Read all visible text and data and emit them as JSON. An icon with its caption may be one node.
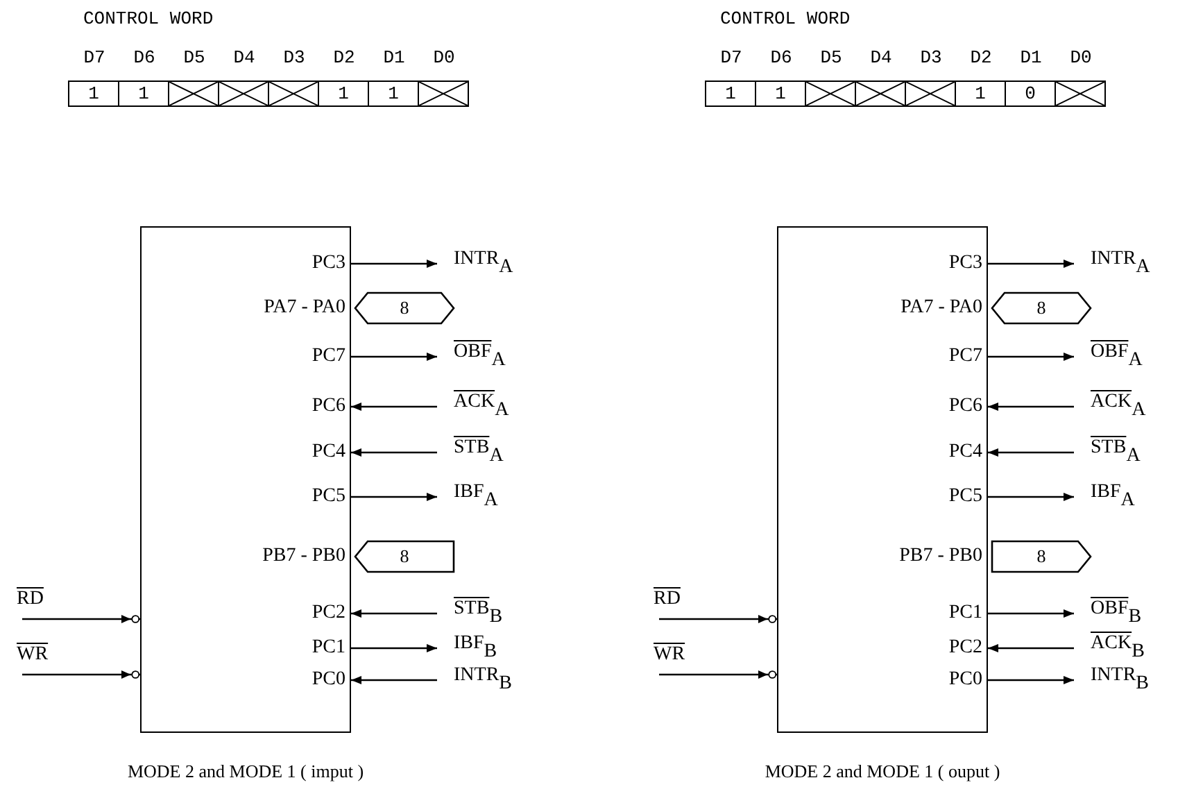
{
  "diagram": {
    "nodes": [
      {
        "text": [
          "1"
        ]
      },
      {
        "text": [
          "1"
        ]
      },
      {
        "text": [],
        "shape": "box"
      },
      {
        "text": [],
        "shape": "box"
      },
      {
        "text": [],
        "shape": "box"
      },
      {
        "text": [
          "1"
        ]
      },
      {
        "text": [
          "1"
        ]
      },
      {
        "text": [],
        "shape": "box"
      },
      {
        "text": [],
        "shape": "box"
      },
      {
        "text": [
          "PC3"
        ],
        "in": 8
      },
      {
        "text": [
          "PA7 - PA0"
        ],
        "in": 8
      },
      {
        "text": [
          "PC7"
        ],
        "in": 8
      },
      {
        "text": [
          "PC6"
        ],
        "in": 8
      },
      {
        "text": [
          "PC4"
        ],
        "in": 8
      },
      {
        "text": [
          "PC5"
        ],
        "in": 8
      },
      {
        "text": [
          "PB7 - PB0"
        ],
        "in": 8
      },
      {
        "text": [
          "PC2"
        ],
        "in": 8
      },
      {
        "text": [
          "PC1"
        ],
        "in": 8
      },
      {
        "text": [
          "PC0"
        ],
        "in": 8
      },
      {
        "text": [
          "INTR$_{A}$"
        ]
      },
      {
        "text": [
          "8"
        ]
      },
      {
        "text": [
          "OBF$_{A}$"
        ]
      },
      {
        "text": [
          "ACK$_{A}$"
        ]
      },
      {
        "text": [
          "STB$_{A}$"
        ]
      },
      {
        "text": [
          "IBF$_{A}$"
        ]
      },
      {
        "text": [
          "8"
        ]
      },
      {
        "text": [
          "STB$_{B}$"
        ]
      },
      {
        "text": [
          "IBF$_{B}$"
        ]
      },
      {
        "text": [
          "INTR$_{B}$"
        ]
      },
      {
        "text": [
          "RD"
        ]
      },
      {
        "text": [
          "WR"
        ]
      },
      {
        "text": [
          "1"
        ]
      },
      {
        "text": [
          "1"
        ]
      },
      {
        "text": [],
        "shape": "box"
      },
      {
        "text": [],
        "shape": "box"
      },
      {
        "text": [],
        "shape": "box"
      },
      {
        "text": [
          "1"
        ]
      },
      {
        "text": [
          "0"
        ]
      },
      {
        "text": [],
        "shape": "box"
      },
      {
        "text": [],
        "shape": "box"
      },
      {
        "text": [
          "PC3"
        ],
        "in": 39
      },
      {
        "text": [
          "PA7 - PA0"
        ],
        "in": 39
      },
      {
        "text": [
          "PC7"
        ],
        "in": 39
      },
      {
        "text": [
          "PC6"
        ],
        "in": 39
      },
      {
        "text": [
          "PC4"
        ],
        "in": 39
      },
      {
        "text": [
          "PC5"
        ],
        "in": 39
      },
      {
        "text": [
          "PB7 - PB0"
        ],
        "in": 39
      },
      {
        "text": [
          "PC1"
        ],
        "in": 39
      },
      {
        "text": [
          "PC2"
        ],
        "in": 39
      },
      {
        "text": [
          "PC0"
        ],
        "in": 39
      },
      {
        "text": [
          "INTR$_{A}$"
        ]
      },
      {
        "text": [
          "8"
        ]
      },
      {
        "text": [
          "OBF$_{A}$"
        ]
      },
      {
        "text": [
          "ACK$_{A}$"
        ]
      },
      {
        "text": [
          "STB$_{A}$"
        ]
      },
      {
        "text": [
          "IBF$_{A}$"
        ]
      },
      {
        "text": [
          "8"
        ]
      },
      {
        "text": [
          "OBF$_{B}$"
        ]
      },
      {
        "text": [
          "ACK$_{B}$"
        ]
      },
      {
        "text": [
          "INTR$_{B}$"
        ]
      },
      {
        "text": [
          "RD"
        ]
      },
      {
        "text": [
          "WR"
        ]
      }
    ],
    "edges": [
      {
        "from": 9,
        "to": 19,
        "arrow": "to"
      },
      {
        "from": 11,
        "to": 21,
        "arrow": "to"
      },
      {
        "from": 22,
        "to": 12,
        "arrow": "to"
      },
      {
        "from": 23,
        "to": 13,
        "arrow": "to"
      },
      {
        "from": 14,
        "to": 24,
        "arrow": "to"
      },
      {
        "from": 26,
        "to": 16,
        "arrow": "to"
      },
      {
        "from": 17,
        "to": 27,
        "arrow": "to"
      },
      {
        "from": 28,
        "to": 18,
        "arrow": "to"
      },
      {
        "from": 29,
        "to": 8,
        "arrow": "to"
      },
      {
        "from": 30,
        "to": 8,
        "arrow": "to"
      },
      {
        "from": 40,
        "to": 50,
        "arrow": "to"
      },
      {
        "from": 42,
        "to": 52,
        "arrow": "to"
      },
      {
        "from": 53,
        "to": 43,
        "arrow": "to"
      },
      {
        "from": 54,
        "to": 44,
        "arrow": "to"
      },
      {
        "from": 45,
        "to": 55,
        "arrow": "to"
      },
      {
        "from": 47,
        "to": 57,
        "arrow": "to"
      },
      {
        "from": 58,
        "to": 48,
        "arrow": "to"
      },
      {
        "from": 49,
        "to": 59,
        "arrow": "to"
      },
      {
        "from": 60,
        "to": 39,
        "arrow": "to"
      },
      {
        "from": 61,
        "to": 39,
        "arrow": "to"
      }
    ],
    "labels": [
      "CONTROL WORD",
      "D7",
      "D6",
      "D5",
      "D4",
      "D3",
      "D2",
      "D1",
      "D0",
      "CONTROL WORD",
      "D7",
      "D6",
      "D5",
      "D4",
      "D3",
      "D2",
      "D1",
      "D0",
      "MODE 2 and MODE 1 ( imput )",
      "MODE 2 and MODE 1 ( ouput )"
    ]
  }
}
